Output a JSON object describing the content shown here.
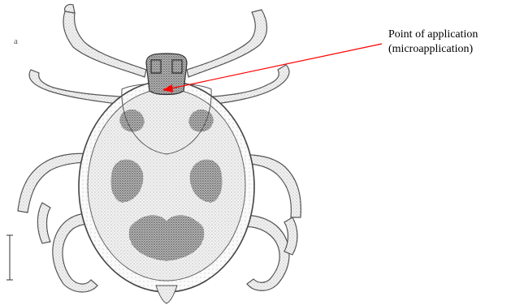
{
  "figure": {
    "panel_letter": "a",
    "callout": {
      "line1": "Point of application",
      "line2": "(microapplication)",
      "arrow_color": "#ff0000"
    },
    "subject": "tick-illustration"
  }
}
